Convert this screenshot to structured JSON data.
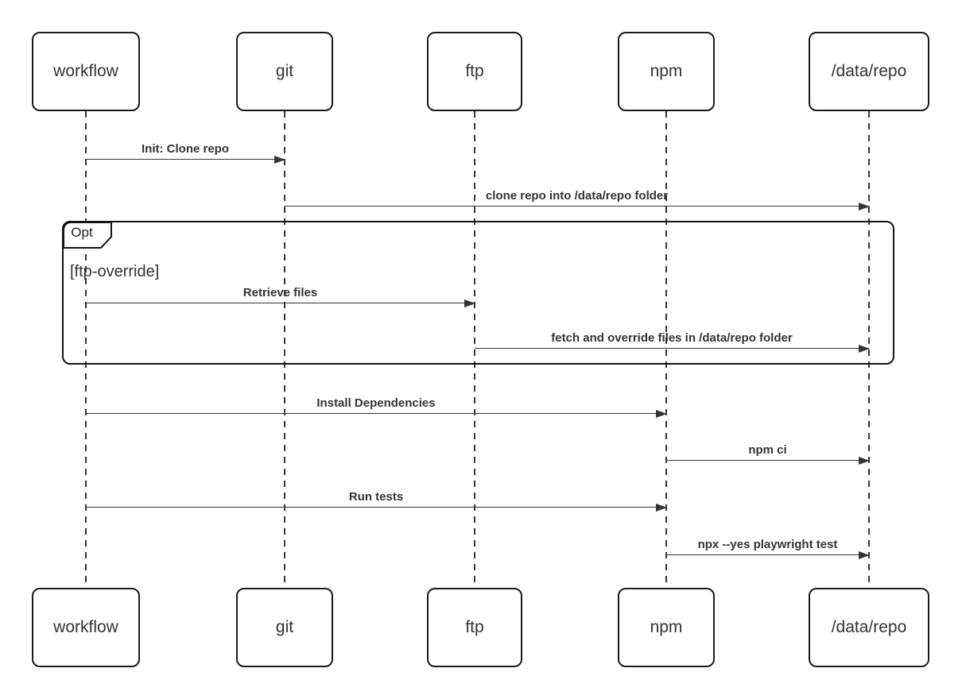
{
  "diagram": {
    "type": "sequence",
    "actors": [
      {
        "id": "workflow",
        "label": "workflow"
      },
      {
        "id": "git",
        "label": "git"
      },
      {
        "id": "ftp",
        "label": "ftp"
      },
      {
        "id": "npm",
        "label": "npm"
      },
      {
        "id": "data-repo",
        "label": "/data/repo"
      }
    ],
    "messages": [
      {
        "from": "workflow",
        "to": "git",
        "label": "Init: Clone repo"
      },
      {
        "from": "git",
        "to": "data-repo",
        "label": "clone repo into /data/repo folder"
      },
      {
        "from": "workflow",
        "to": "ftp",
        "label": "Retrieve files",
        "in_fragment": true
      },
      {
        "from": "ftp",
        "to": "data-repo",
        "label": "fetch and override files in /data/repo folder",
        "in_fragment": true
      },
      {
        "from": "workflow",
        "to": "npm",
        "label": "Install Dependencies"
      },
      {
        "from": "npm",
        "to": "data-repo",
        "label": "npm ci"
      },
      {
        "from": "workflow",
        "to": "npm",
        "label": "Run tests"
      },
      {
        "from": "npm",
        "to": "data-repo",
        "label": "npx --yes playwright test"
      }
    ],
    "fragment": {
      "keyword": "Opt",
      "condition": "[ftp-override]"
    },
    "colors": {
      "background": "#ffffff",
      "box_fill": "#ffffff",
      "box_border": "#1a1a1a",
      "line": "#333639",
      "text": "#333333"
    }
  }
}
